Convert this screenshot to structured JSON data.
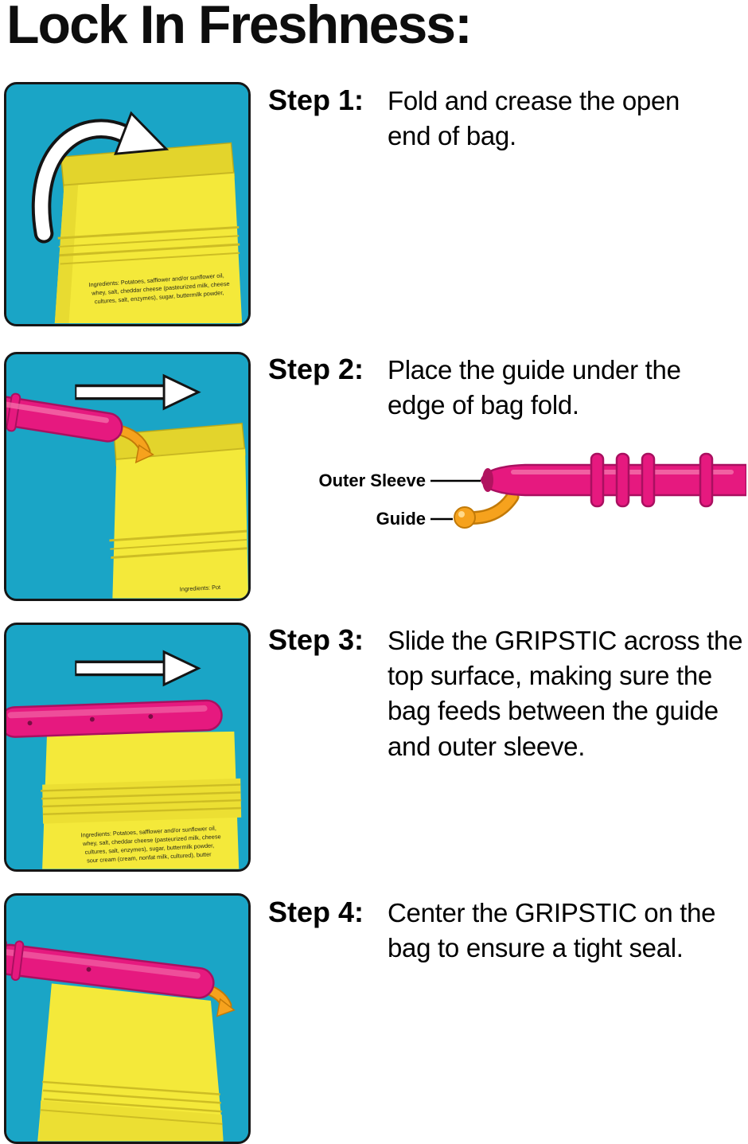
{
  "title": "Lock In Freshness:",
  "steps": [
    {
      "label": "Step 1:",
      "text": "Fold and crease the open end of bag."
    },
    {
      "label": "Step 2:",
      "text": "Place the guide under the edge of bag fold."
    },
    {
      "label": "Step 3:",
      "text": "Slide the GRIPSTIC across the top surface, making sure the bag feeds between the guide and outer sleeve."
    },
    {
      "label": "Step 4:",
      "text": "Center the GRIPSTIC on the bag to ensure a tight seal."
    }
  ],
  "diagram": {
    "outer_sleeve_label": "Outer Sleeve",
    "guide_label": "Guide"
  },
  "bag_text": {
    "lines": [
      "Ingredients: Potatoes, safflower and/or sunflower oil,",
      "whey, salt, cheddar cheese (pasteurized milk, cheese",
      "cultures, salt, enzymes), sugar, buttermilk powder,",
      "sour cream (cream, nonfat milk, cultured), butter"
    ],
    "partial": "Ingredients: Pot"
  },
  "colors": {
    "panel_bg": "#1aa5c6",
    "bag_yellow": "#f4e93a",
    "bag_fold": "#e3d42c",
    "sealer_pink": "#e6197f",
    "guide_orange": "#f6a21d"
  }
}
